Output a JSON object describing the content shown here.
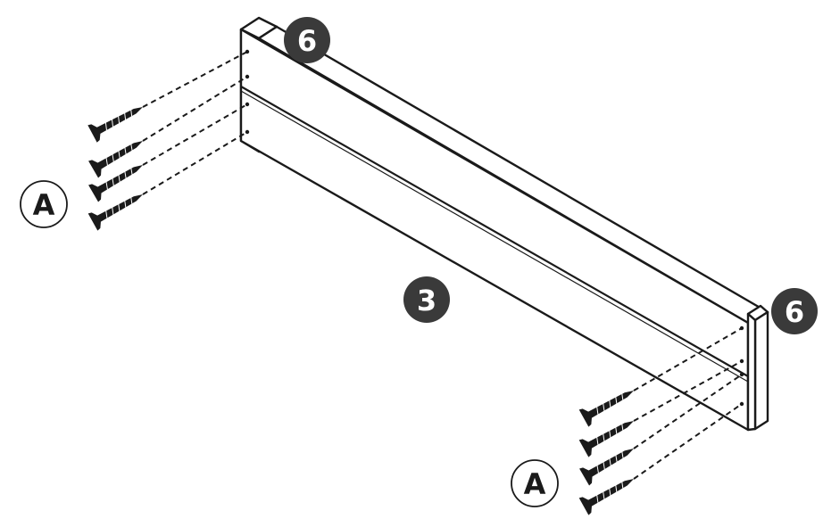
{
  "diagram": {
    "colors": {
      "line": "#1a1a1a",
      "badge_fill": "#3a3a3a",
      "badge_text": "#ffffff",
      "screw": "#1a1a1a",
      "paper": "#ffffff"
    },
    "labels": {
      "post_left": "6",
      "post_right": "6",
      "panel": "3",
      "screws_left": "A",
      "screws_right": "A"
    }
  }
}
